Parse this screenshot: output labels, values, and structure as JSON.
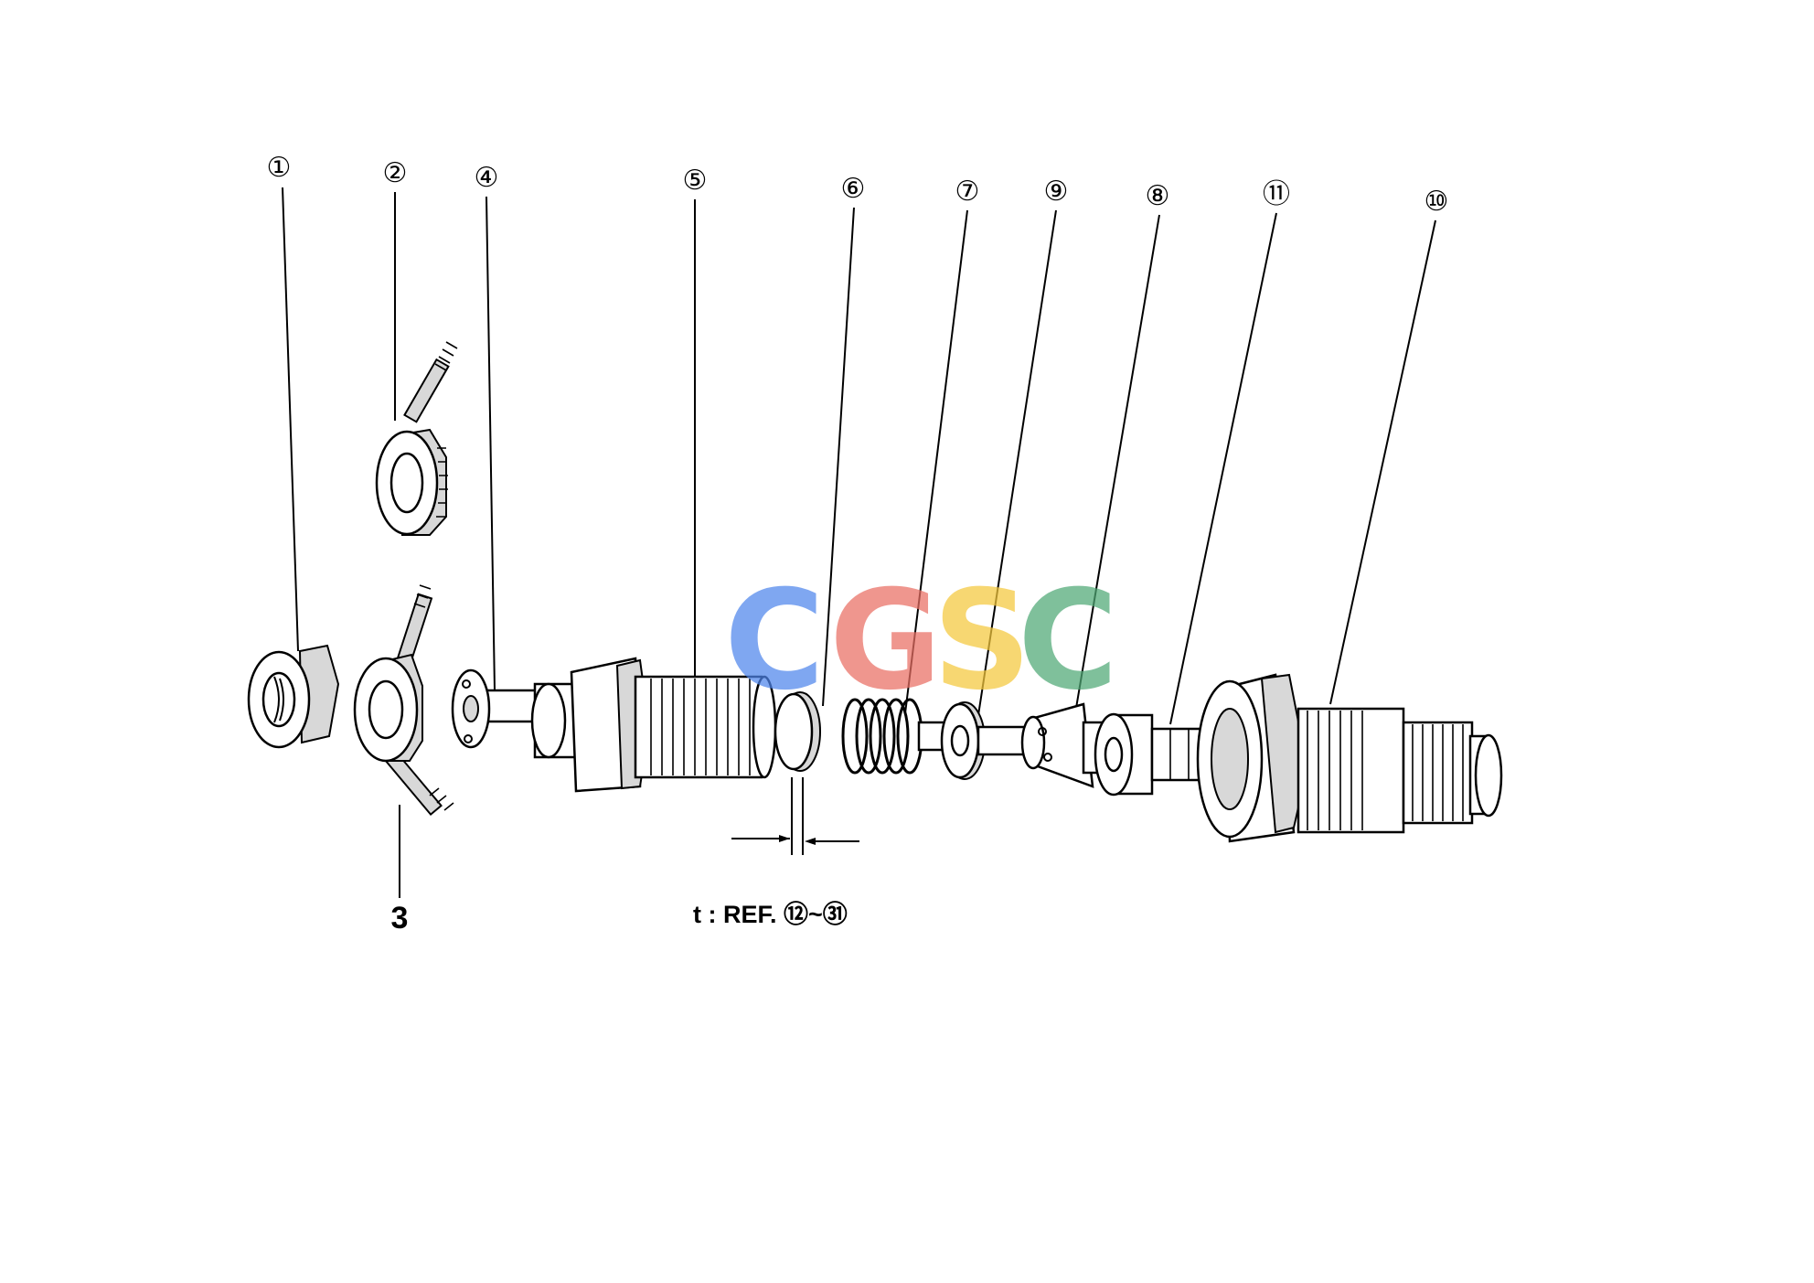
{
  "callouts": [
    {
      "id": "1",
      "text": "①"
    },
    {
      "id": "2",
      "text": "②"
    },
    {
      "id": "4",
      "text": "④"
    },
    {
      "id": "5",
      "text": "⑤"
    },
    {
      "id": "6",
      "text": "⑥"
    },
    {
      "id": "7",
      "text": "⑦"
    },
    {
      "id": "9",
      "text": "⑨"
    },
    {
      "id": "8",
      "text": "⑧"
    },
    {
      "id": "11",
      "text": "⑪"
    },
    {
      "id": "10",
      "text": "⑩"
    }
  ],
  "plain_label": "3",
  "note": "t : REF. ⑫~㉛",
  "watermark": {
    "letters": [
      "C",
      "G",
      "S",
      "C"
    ],
    "colors": [
      "#4f86ec",
      "#ea6f64",
      "#f5c83c",
      "#4fa875"
    ]
  }
}
